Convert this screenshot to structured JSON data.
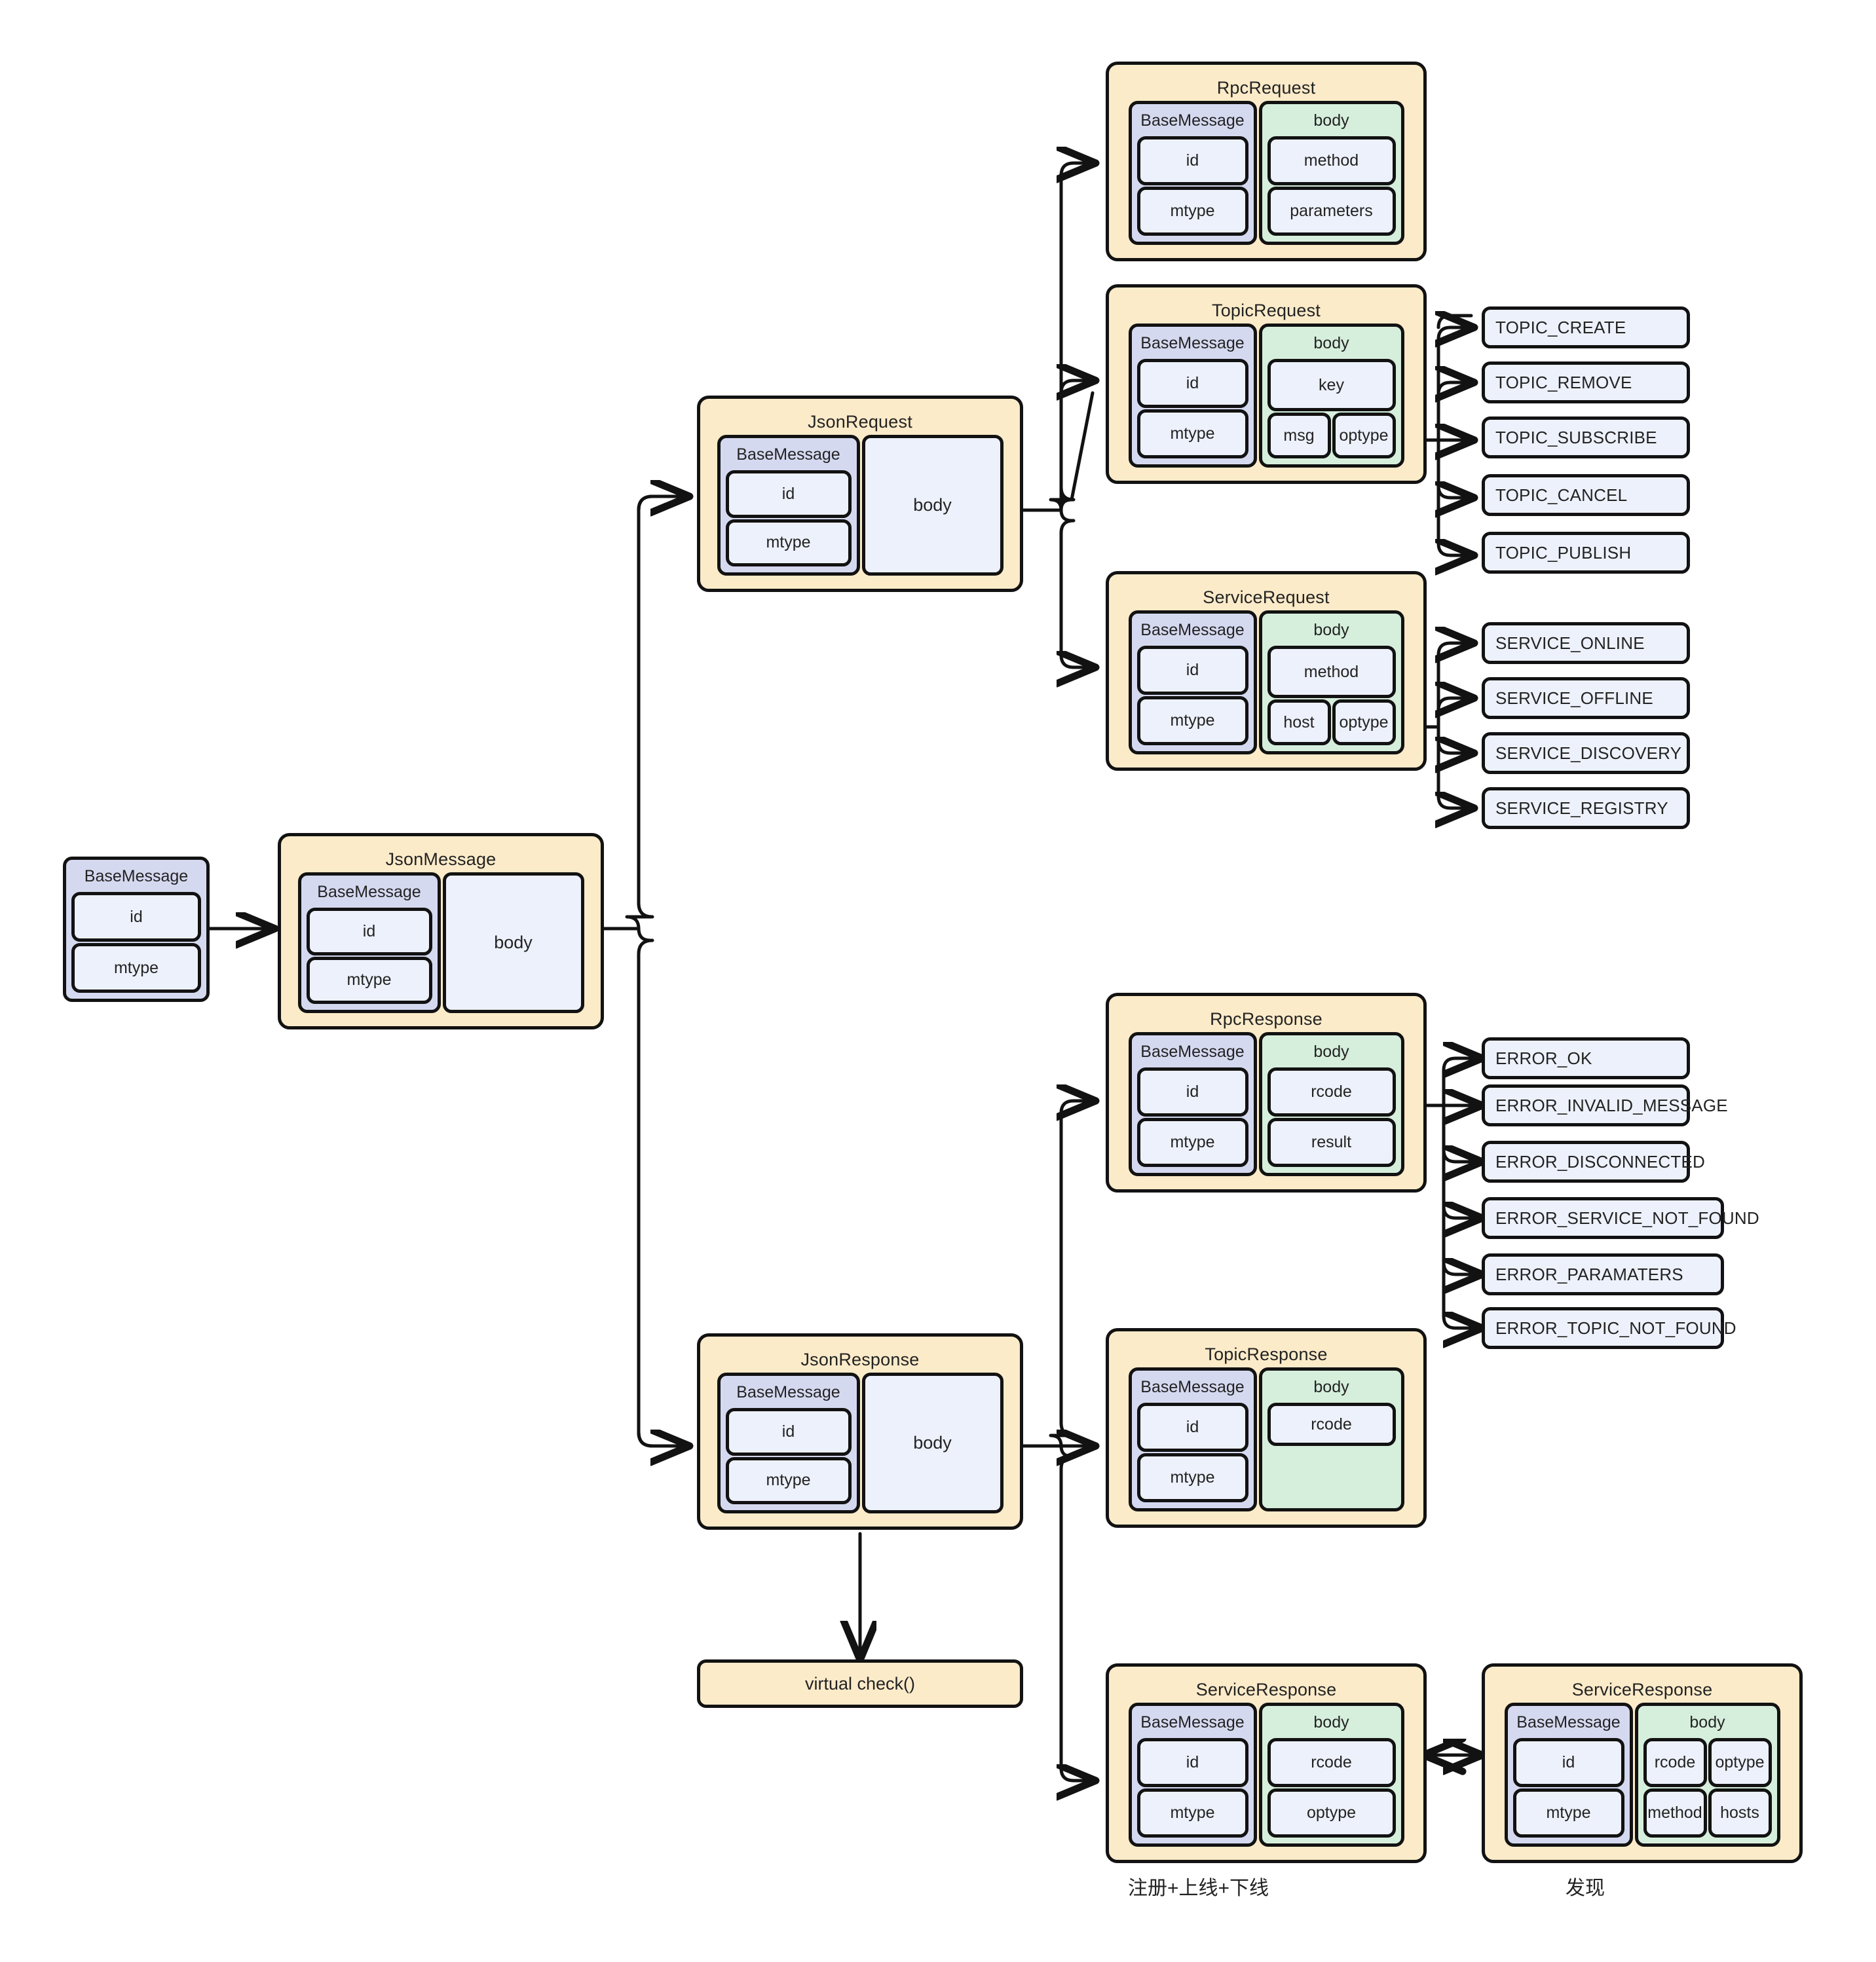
{
  "diagram": {
    "title": "JsonMessage protocol class hierarchy",
    "colors": {
      "class_fill": "#FCEBC9",
      "base_fill": "#D5D9F0",
      "body_fill": "#D6EFDC",
      "field_fill": "#EDF1FB",
      "stroke": "#121212"
    },
    "field_labels": {
      "id": "id",
      "mtype": "mtype",
      "body": "body",
      "method": "method",
      "parameters": "parameters",
      "key": "key",
      "msg": "msg",
      "optype": "optype",
      "host": "host",
      "hosts": "hosts",
      "rcode": "rcode",
      "result": "result"
    },
    "group_labels": {
      "base": "BaseMessage",
      "body": "body"
    },
    "nodes": {
      "base_message": {
        "title": "BaseMessage",
        "fields": [
          "id",
          "mtype"
        ]
      },
      "json_message": {
        "title": "JsonMessage",
        "base_fields": [
          "id",
          "mtype"
        ],
        "body_label": "body"
      },
      "json_request": {
        "title": "JsonRequest",
        "base_fields": [
          "id",
          "mtype"
        ],
        "body_label": "body"
      },
      "json_response": {
        "title": "JsonResponse",
        "base_fields": [
          "id",
          "mtype"
        ],
        "body_label": "body"
      },
      "rpc_request": {
        "title": "RpcRequest",
        "base_fields": [
          "id",
          "mtype"
        ],
        "body_fields": [
          "method",
          "parameters"
        ]
      },
      "topic_request": {
        "title": "TopicRequest",
        "base_fields": [
          "id",
          "mtype"
        ],
        "body_top": "key",
        "body_row": [
          "msg",
          "optype"
        ]
      },
      "service_request": {
        "title": "ServiceRequest",
        "base_fields": [
          "id",
          "mtype"
        ],
        "body_top": "method",
        "body_row": [
          "host",
          "optype"
        ]
      },
      "rpc_response": {
        "title": "RpcResponse",
        "base_fields": [
          "id",
          "mtype"
        ],
        "body_fields": [
          "rcode",
          "result"
        ]
      },
      "topic_response": {
        "title": "TopicResponse",
        "base_fields": [
          "id",
          "mtype"
        ],
        "body_fields": [
          "rcode"
        ]
      },
      "service_response_reg": {
        "title": "ServiceResponse",
        "base_fields": [
          "id",
          "mtype"
        ],
        "body_fields": [
          "rcode",
          "optype"
        ]
      },
      "service_response_disc": {
        "title": "ServiceResponse",
        "base_fields": [
          "id",
          "mtype"
        ],
        "body_grid": [
          "rcode",
          "optype",
          "method",
          "hosts"
        ]
      },
      "virtual_check": {
        "label": "virtual check()"
      }
    },
    "enums": {
      "topic_optype": [
        "TOPIC_CREATE",
        "TOPIC_REMOVE",
        "TOPIC_SUBSCRIBE",
        "TOPIC_CANCEL",
        "TOPIC_PUBLISH"
      ],
      "service_optype": [
        "SERVICE_ONLINE",
        "SERVICE_OFFLINE",
        "SERVICE_DISCOVERY",
        "SERVICE_REGISTRY"
      ],
      "error_rcode": [
        "ERROR_OK",
        "ERROR_INVALID_MESSAGE",
        "ERROR_DISCONNECTED",
        "ERROR_SERVICE_NOT_FOUND",
        "ERROR_PARAMATERS",
        "ERROR_TOPIC_NOT_FOUND"
      ]
    },
    "captions": {
      "register": "注册+上线+下线",
      "discover": "发现"
    }
  }
}
